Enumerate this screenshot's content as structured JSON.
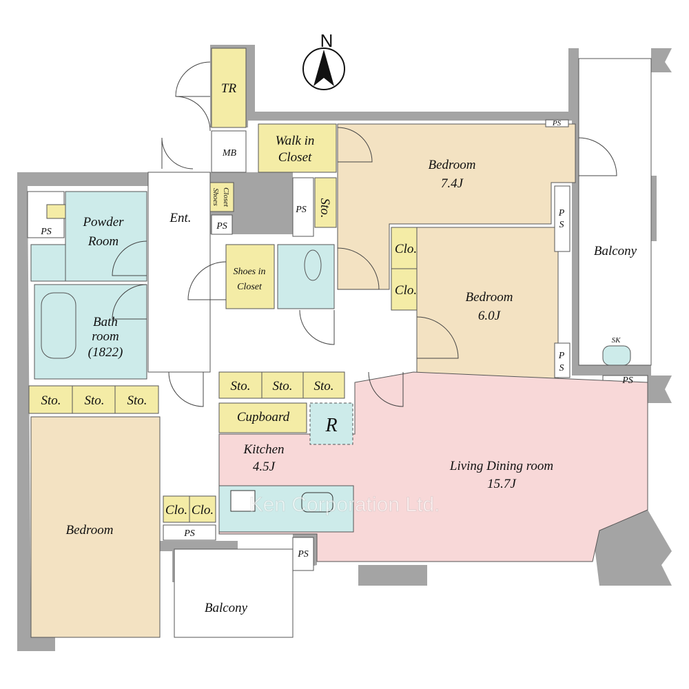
{
  "compass": {
    "label": "N"
  },
  "watermark": "Ken Corporation Ltd.",
  "colors": {
    "bedroom": "#f3e2c2",
    "wet": "#cdebea",
    "living": "#f8d8d8",
    "storage": "#f4eca6",
    "wall": "#a4a4a4"
  },
  "rooms": {
    "tr": "TR",
    "mb": "MB",
    "walk_in_closet": [
      "Walk in",
      "Closet"
    ],
    "bedroom1": {
      "name": "Bedroom",
      "size": "7.4J"
    },
    "bedroom2": {
      "name": "Bedroom",
      "size": "6.0J"
    },
    "bedroom3": {
      "name": "Bedroom"
    },
    "balcony_east": "Balcony",
    "balcony_south": "Balcony",
    "sink": "SK",
    "entrance": "Ent.",
    "powder_room": [
      "Powder",
      "Room"
    ],
    "bathroom": [
      "Bath",
      "room",
      "(1822)"
    ],
    "shoes_closet_small": [
      "Shoes",
      "Closet"
    ],
    "shoes_in_closet": [
      "Shoes in",
      "Closet"
    ],
    "storage": "Sto.",
    "closet": "Clo.",
    "cupboard": "Cupboard",
    "refrigerator": "R",
    "kitchen": {
      "name": "Kitchen",
      "size": "4.5J"
    },
    "living": {
      "name": "Living Dining room",
      "size": "15.7J"
    },
    "ps": "PS",
    "ps_vertical": [
      "P",
      "S"
    ]
  }
}
